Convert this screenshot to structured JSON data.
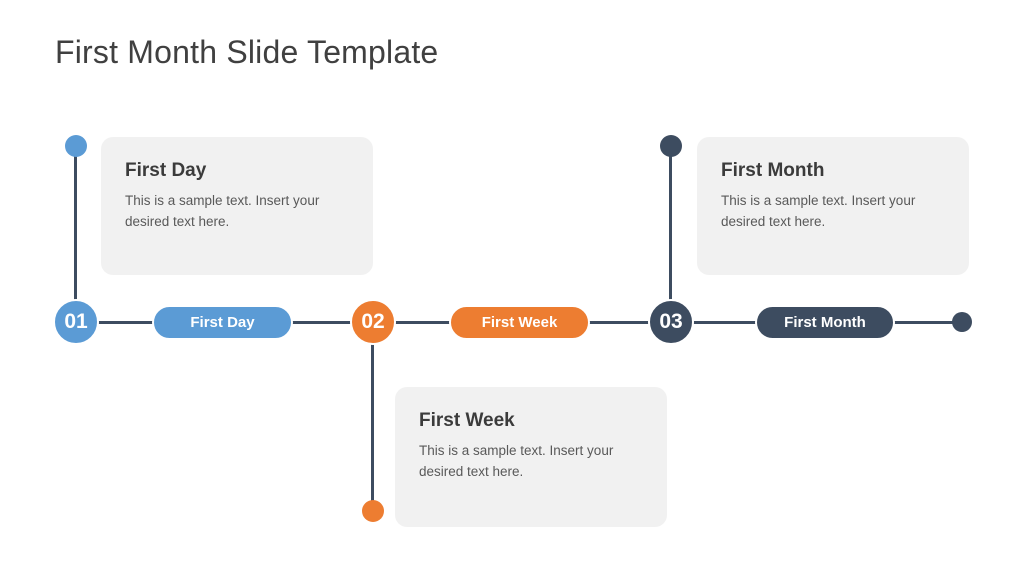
{
  "title": "First Month Slide Template",
  "colors": {
    "blue_accent": "#5B9BD5",
    "orange_accent": "#ED7D31",
    "navy_accent": "#3D4C60",
    "card_background": "#F1F1F1",
    "title_text": "#404040",
    "heading_text": "#3B3B3B",
    "body_text": "#595959"
  },
  "timeline": {
    "milestones": [
      {
        "number": "01",
        "pill_label": "First Day",
        "accent": "#5B9BD5",
        "card_title": "First Day",
        "card_body": "This is a sample text. Insert your desired text here.",
        "card_position": "top"
      },
      {
        "number": "02",
        "pill_label": "First Week",
        "accent": "#ED7D31",
        "card_title": "First Week",
        "card_body": "This is a sample text. Insert your desired text here.",
        "card_position": "bottom"
      },
      {
        "number": "03",
        "pill_label": "First Month",
        "accent": "#3D4C60",
        "card_title": "First Month",
        "card_body": "This is a sample text. Insert your desired text here.",
        "card_position": "top"
      }
    ]
  }
}
